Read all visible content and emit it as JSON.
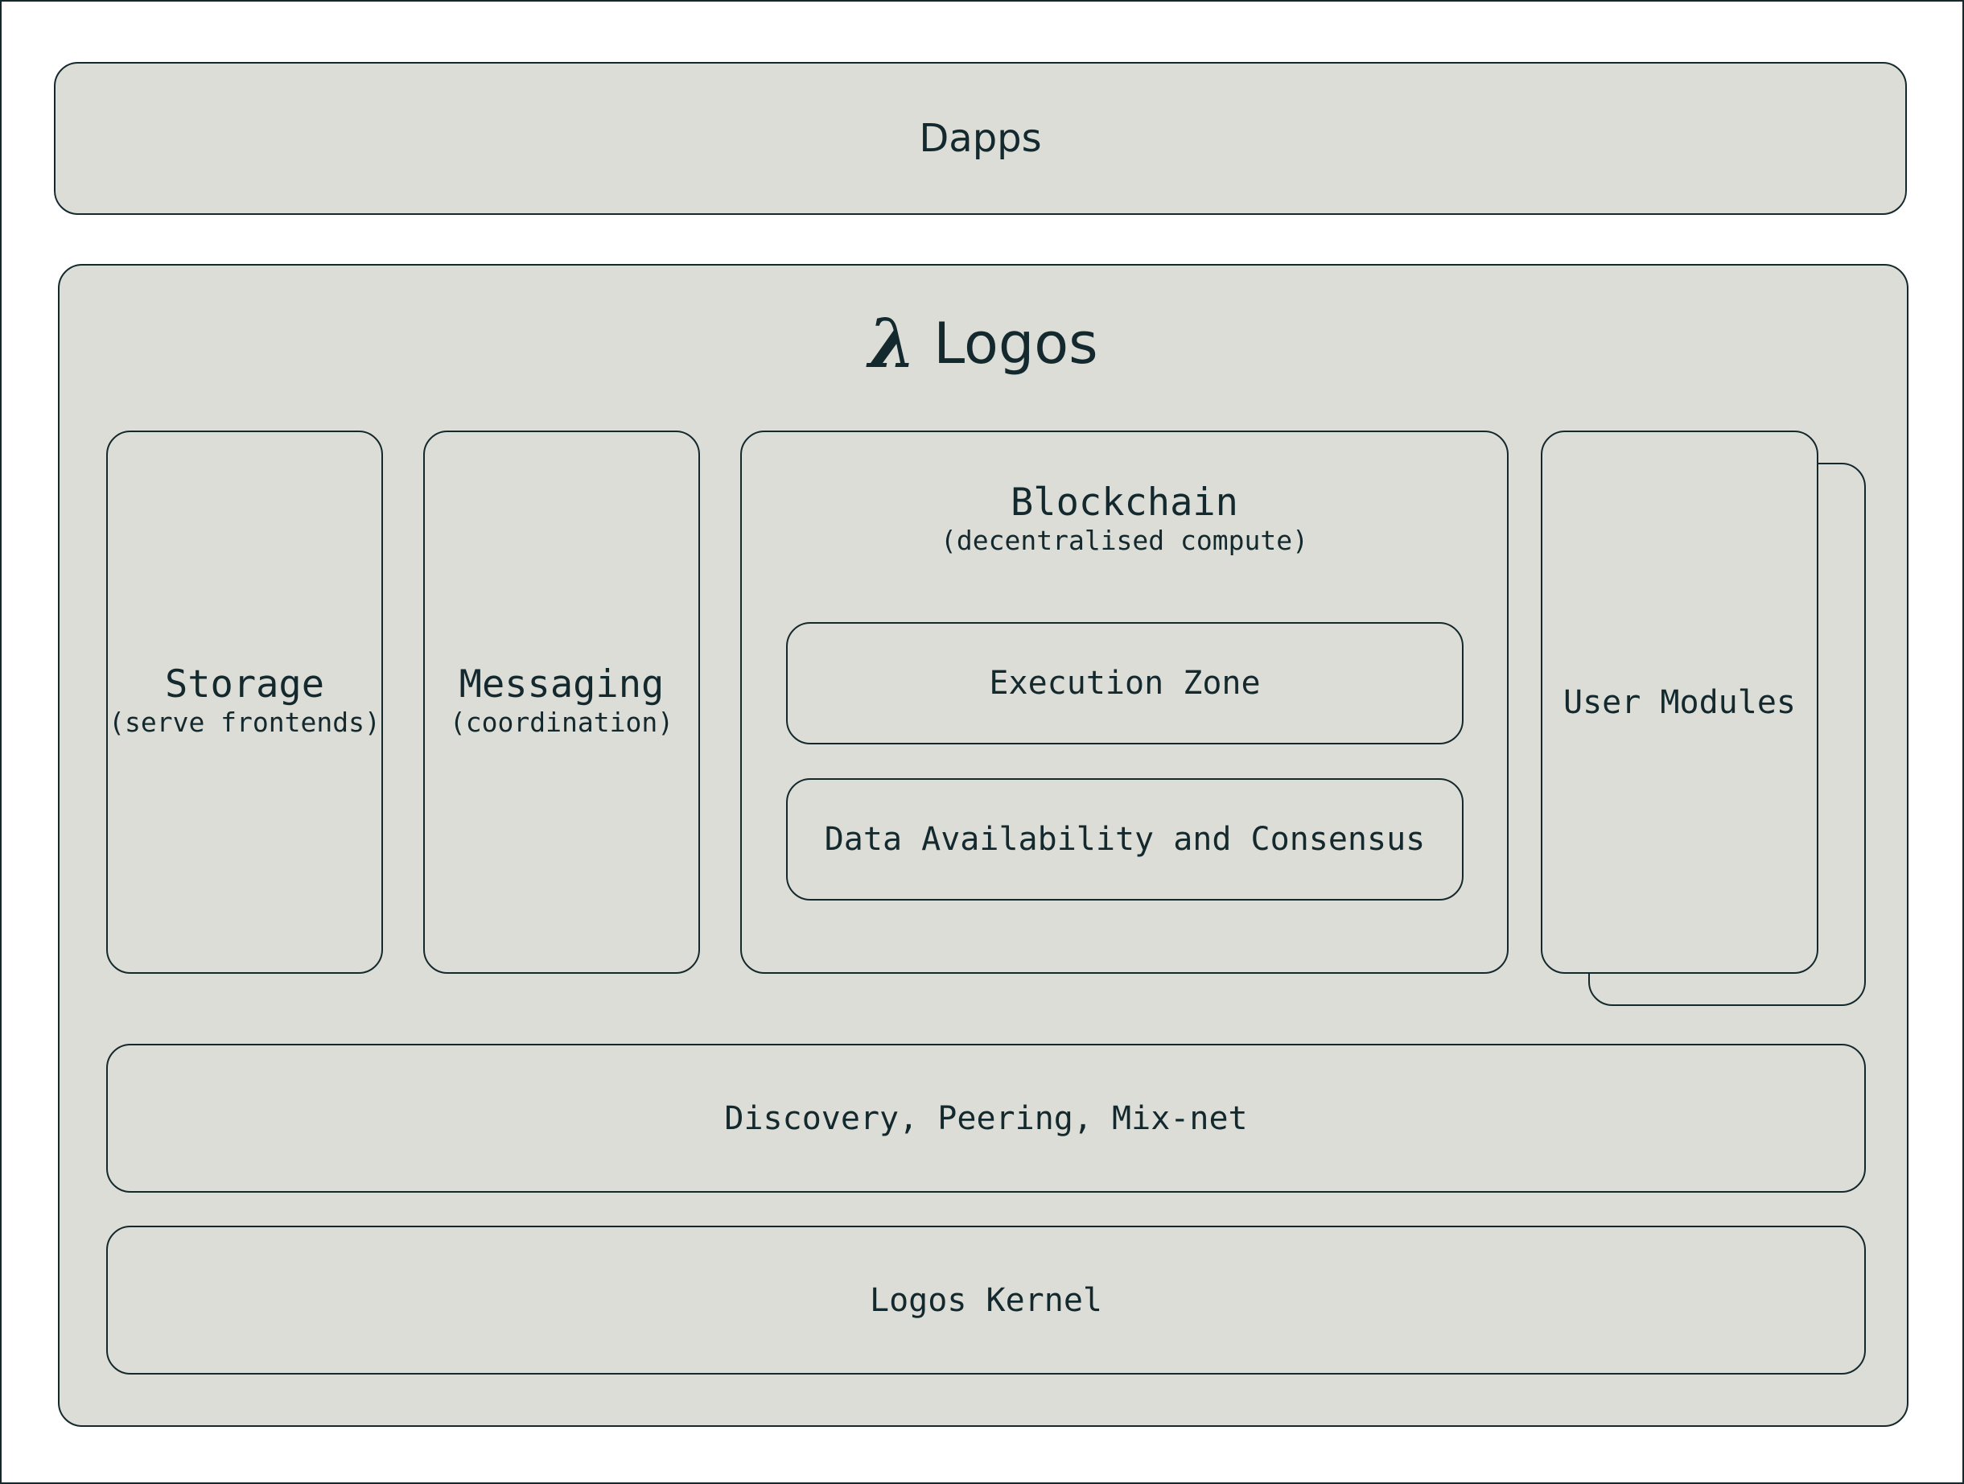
{
  "dapps": {
    "title": "Dapps"
  },
  "logos": {
    "title": "Logos",
    "icon": "lambda-icon",
    "icon_glyph": "λ"
  },
  "storage": {
    "title": "Storage",
    "subtitle": "(serve frontends)"
  },
  "messaging": {
    "title": "Messaging",
    "subtitle": "(coordination)"
  },
  "blockchain": {
    "title": "Blockchain",
    "subtitle": "(decentralised compute)",
    "execution_zone": "Execution Zone",
    "data_availability": "Data Availability and Consensus"
  },
  "user_modules": {
    "label": "User Modules"
  },
  "discovery": {
    "label": "Discovery, Peering, Mix-net"
  },
  "kernel": {
    "label": "Logos Kernel"
  },
  "colors": {
    "box_fill": "#dcddd7",
    "stroke": "#14292e",
    "background": "#ffffff"
  }
}
